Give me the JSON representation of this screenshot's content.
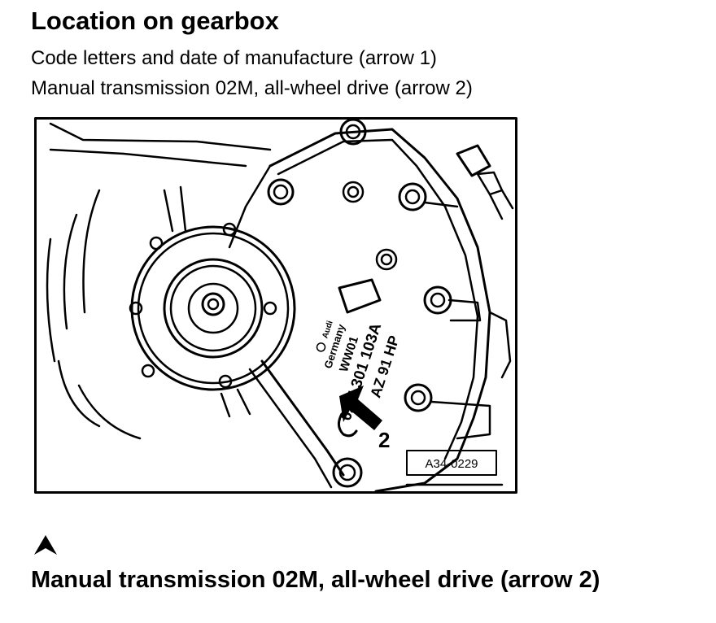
{
  "heading": "Location on gearbox",
  "lines": [
    "Code letters and date of manufacture (arrow 1)",
    "Manual transmission 02M, all-wheel drive (arrow 2)"
  ],
  "figure": {
    "stamp": {
      "brand": "Audi",
      "country": "Germany",
      "date": "WW01",
      "part": "02M 301 103A",
      "code": "AZ 91 HP"
    },
    "arrow_label": "2",
    "ref": "A34-0229"
  },
  "marker_icon": "triangle-marker-icon",
  "caption": "Manual transmission 02M, all-wheel drive (arrow 2)"
}
